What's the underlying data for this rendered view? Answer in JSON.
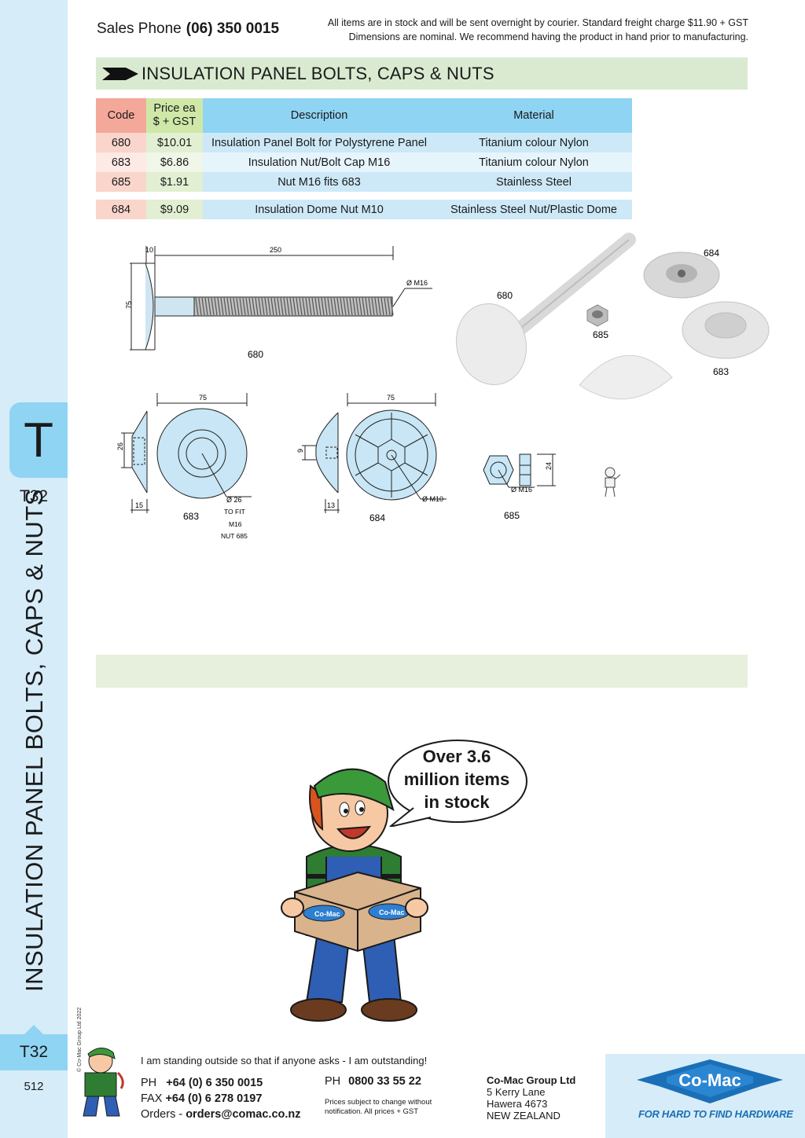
{
  "sidebar": {
    "tab_letter": "T",
    "tab_code": "T32",
    "vertical_title": "INSULATION PANEL BOLTS,  CAPS & NUTS",
    "copyright": "© Co-Mac Group Ltd 2022",
    "page_number": "512"
  },
  "header": {
    "sales_label": "Sales Phone",
    "sales_number": "(06) 350 0015",
    "notice_line1": "All items are in stock and will be sent overnight by courier. Standard freight charge $11.90 + GST",
    "notice_line2": "Dimensions are nominal. We recommend having the product in hand prior to manufacturing."
  },
  "section": {
    "title": "INSULATION PANEL BOLTS, CAPS & NUTS"
  },
  "table": {
    "headers": {
      "code": "Code",
      "price_line1": "Price ea",
      "price_line2": "$ + GST",
      "description": "Description",
      "material": "Material"
    },
    "rows": [
      {
        "code": "680",
        "price": "$10.01",
        "description": "Insulation Panel Bolt for Polystyrene Panel",
        "material": "Titanium colour Nylon"
      },
      {
        "code": "683",
        "price": "$6.86",
        "description": "Insulation Nut/Bolt Cap M16",
        "material": "Titanium colour Nylon"
      },
      {
        "code": "685",
        "price": "$1.91",
        "description": "Nut M16 fits 683",
        "material": "Stainless Steel"
      },
      {
        "code": "684",
        "price": "$9.09",
        "description": "Insulation Dome Nut M10",
        "material": "Stainless Steel Nut/Plastic Dome"
      }
    ]
  },
  "drawings": {
    "bolt": {
      "dim_head": "10",
      "dim_length": "250",
      "dim_dia": "75",
      "thread": "Ø M16",
      "label": "680"
    },
    "cap683": {
      "dim_w": "75",
      "dim_h": "26",
      "dim_t": "15",
      "note1": "Ø 26",
      "note2": "TO FIT",
      "note3": "M16",
      "note4": "NUT 685",
      "label": "683"
    },
    "dome684": {
      "dim_w": "75",
      "dim_h": "9",
      "dim_t": "13",
      "note1": "Ø M10",
      "label": "684"
    },
    "nut685": {
      "dim_h": "24",
      "note1": "Ø M16",
      "label": "685"
    },
    "photo": {
      "l680": "680",
      "l684": "684",
      "l685": "685",
      "l683": "683"
    }
  },
  "promo": {
    "line1": "Over 3.6",
    "line2": "million items",
    "line3": "in stock",
    "brand": "Co-Mac"
  },
  "footer": {
    "quote": "I am standing outside so that if anyone asks - I am outstanding!",
    "ph_label": "PH",
    "ph_number": "+64 (0) 6 350 0015",
    "fax_label": "FAX",
    "fax_number": "+64 (0) 6 278 0197",
    "orders_label": "Orders - ",
    "orders_email": "orders@comac.co.nz",
    "ph2_label": "PH",
    "ph2_number": "0800 33 55 22",
    "terms_line1": "Prices subject to change without",
    "terms_line2": "notification. All prices + GST",
    "company": "Co-Mac Group Ltd",
    "addr1": "5 Kerry Lane",
    "addr2": "Hawera 4673",
    "addr3": "NEW ZEALAND",
    "logo_text": "Co-Mac",
    "tagline": "FOR HARD TO FIND HARDWARE"
  },
  "colors": {
    "sidebar": "#d6ecf8",
    "tab": "#8fd4f3",
    "green_band": "#d9ead0",
    "brand_blue": "#1b6fb6"
  }
}
